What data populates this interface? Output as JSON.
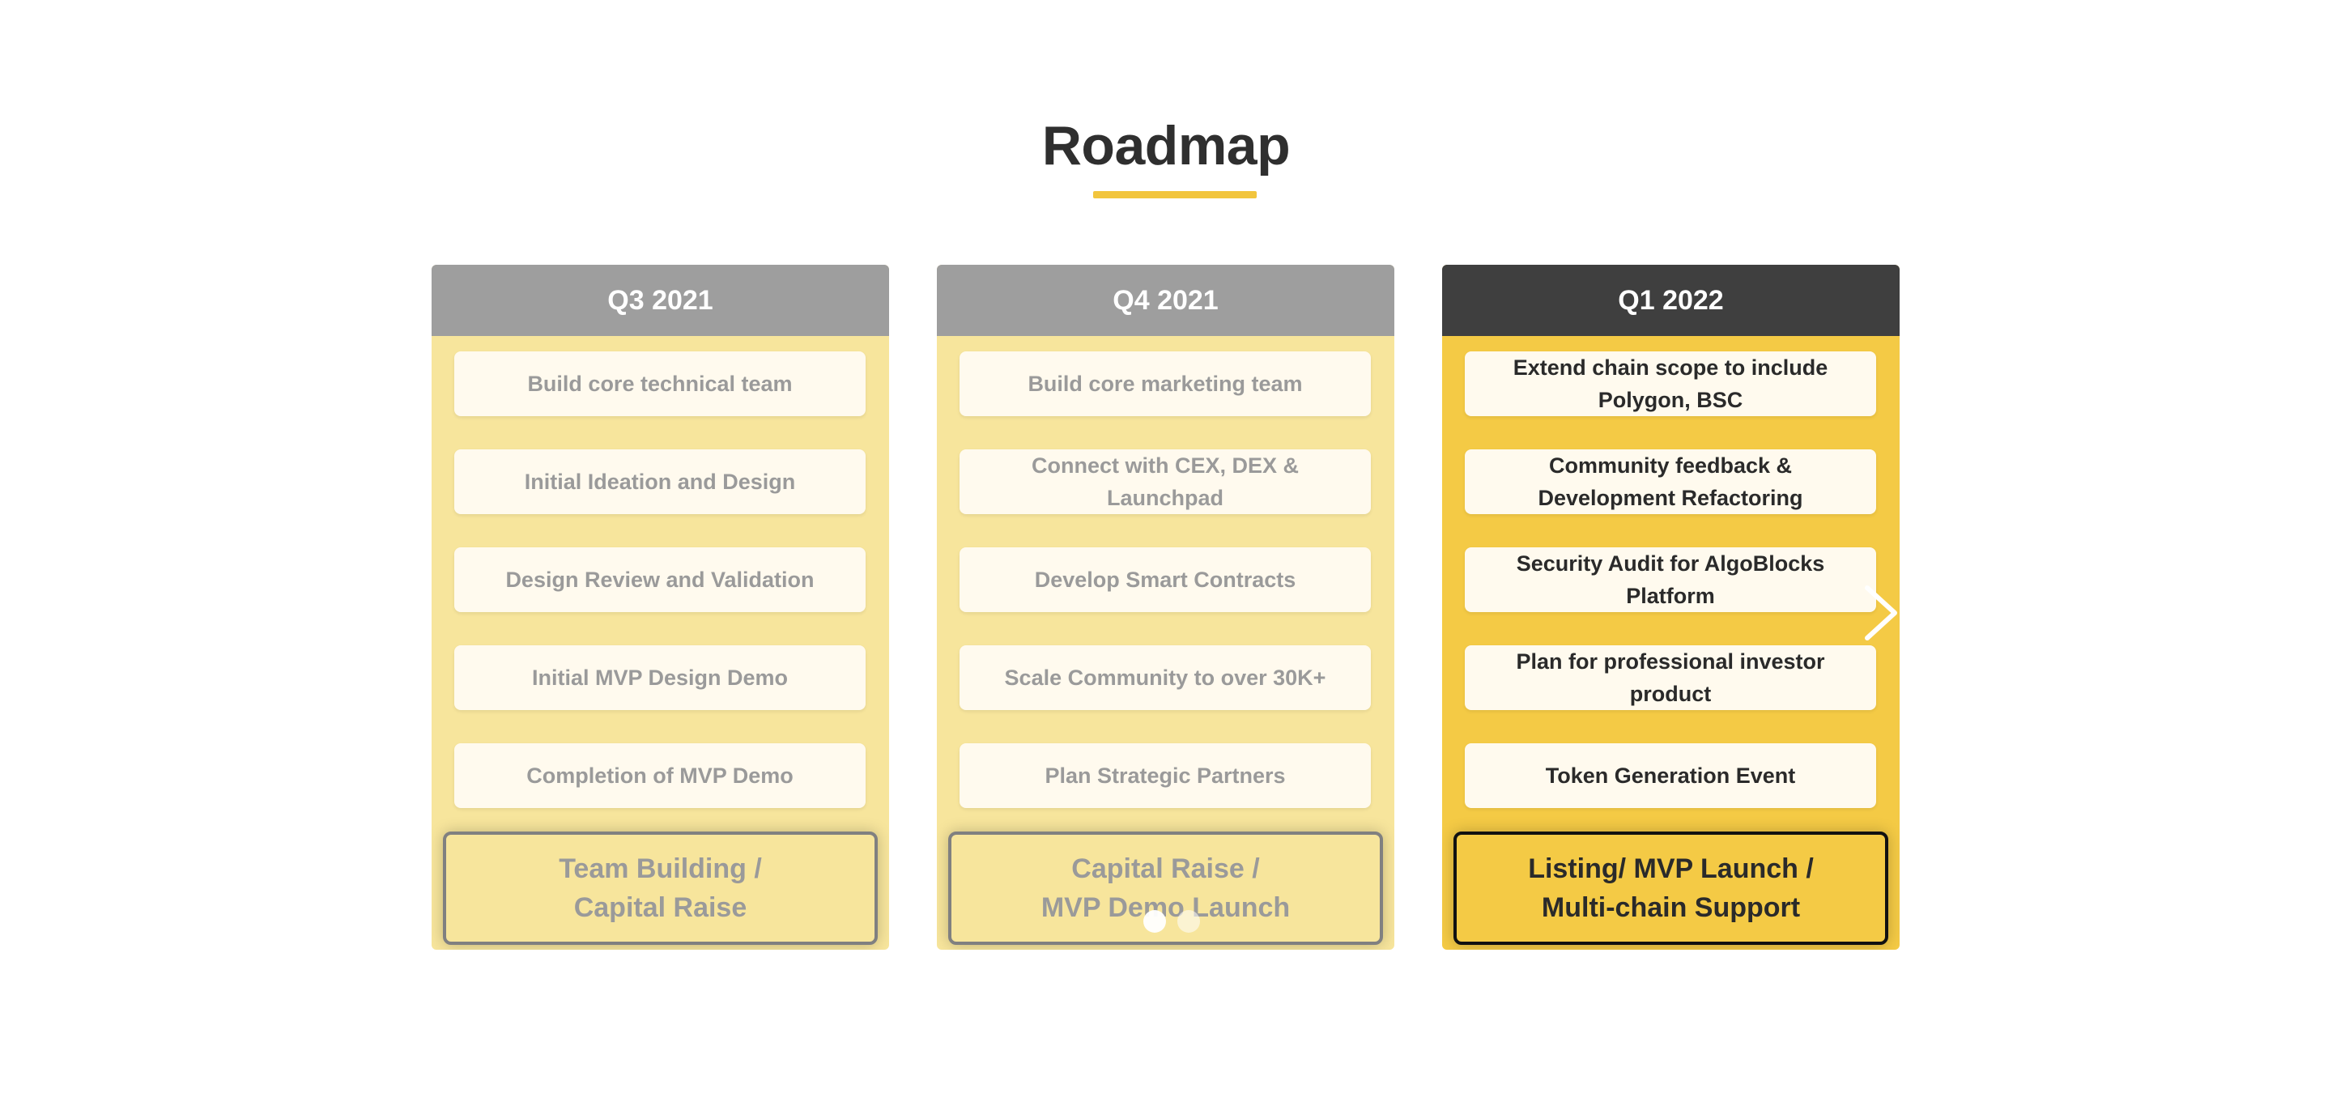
{
  "roadmap": {
    "title": "Roadmap",
    "columns": [
      {
        "quarter": "Q3 2021",
        "items": [
          "Build core technical team",
          "Initial Ideation and Design",
          "Design Review and Validation",
          "Initial MVP Design Demo",
          "Completion of MVP Demo"
        ],
        "summary_line1": "Team Building /",
        "summary_line2": "Capital Raise"
      },
      {
        "quarter": "Q4 2021",
        "items": [
          "Build core marketing team",
          "Connect with CEX, DEX & Launchpad",
          "Develop Smart Contracts",
          "Scale Community to over 30K+",
          "Plan Strategic Partners"
        ],
        "summary_line1": "Capital Raise /",
        "summary_line2": "MVP Demo Launch"
      },
      {
        "quarter": "Q1 2022",
        "items": [
          "Extend chain scope to include Polygon, BSC",
          "Community feedback & Development Refactoring",
          "Security Audit for AlgoBlocks Platform",
          "Plan for professional investor product",
          "Token Generation Event"
        ],
        "summary_line1": "Listing/ MVP Launch /",
        "summary_line2": "Multi-chain Support"
      }
    ]
  },
  "carousel": {
    "next_icon": "chevron-right-icon",
    "pages_shown": 2,
    "current_page": 1
  },
  "colors": {
    "accent": "#f2c53d",
    "active_column": "#f4ca45",
    "past_column": "#f7e59c",
    "past_header": "#9e9e9e",
    "active_header": "#3f3f3f"
  }
}
